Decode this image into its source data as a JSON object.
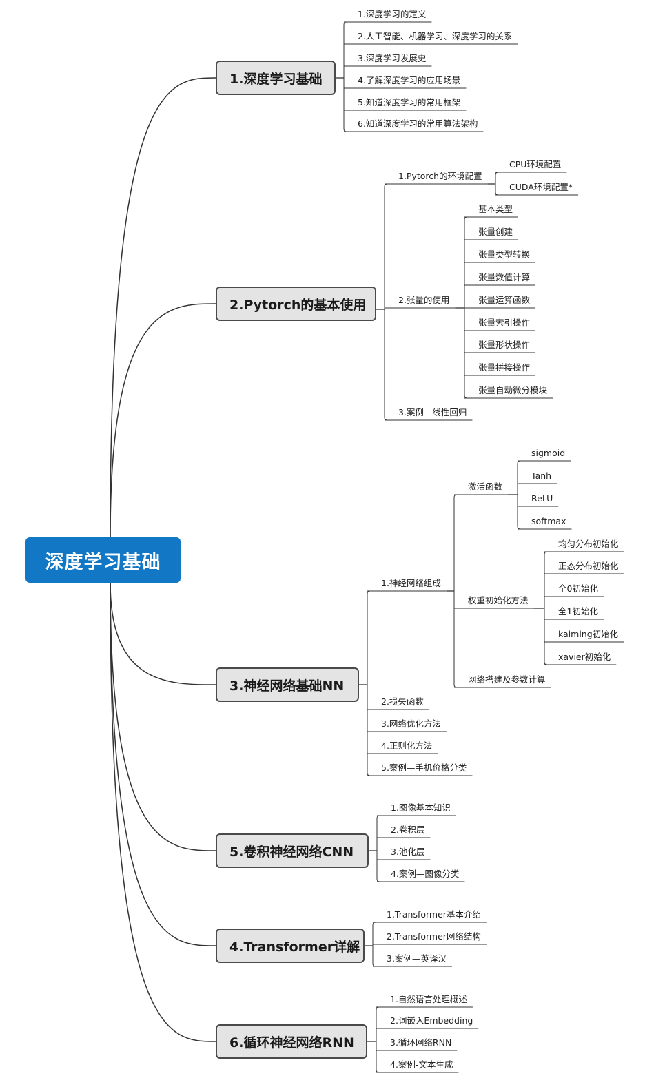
{
  "root": {
    "label": "深度学习基础"
  },
  "branches": [
    {
      "label": "1.深度学习基础",
      "children": [
        {
          "label": "1.深度学习的定义"
        },
        {
          "label": "2.人工智能、机器学习、深度学习的关系"
        },
        {
          "label": "3.深度学习发展史"
        },
        {
          "label": "4.了解深度学习的应用场景"
        },
        {
          "label": "5.知道深度学习的常用框架"
        },
        {
          "label": "6.知道深度学习的常用算法架构"
        }
      ]
    },
    {
      "label": "2.Pytorch的基本使用",
      "children": [
        {
          "label": "1.Pytorch的环境配置",
          "children": [
            {
              "label": "CPU环境配置"
            },
            {
              "label": "CUDA环境配置*"
            }
          ]
        },
        {
          "label": "2.张量的使用",
          "children": [
            {
              "label": "基本类型"
            },
            {
              "label": "张量创建"
            },
            {
              "label": "张量类型转换"
            },
            {
              "label": "张量数值计算"
            },
            {
              "label": "张量运算函数"
            },
            {
              "label": "张量索引操作"
            },
            {
              "label": "张量形状操作"
            },
            {
              "label": "张量拼接操作"
            },
            {
              "label": "张量自动微分模块"
            }
          ]
        },
        {
          "label": "3.案例—线性回归"
        }
      ]
    },
    {
      "label": "3.神经网络基础NN",
      "children": [
        {
          "label": "1.神经网络组成",
          "children": [
            {
              "label": "激活函数",
              "children": [
                {
                  "label": "sigmoid"
                },
                {
                  "label": "Tanh"
                },
                {
                  "label": "ReLU"
                },
                {
                  "label": "softmax"
                }
              ]
            },
            {
              "label": "权重初始化方法",
              "children": [
                {
                  "label": "均匀分布初始化"
                },
                {
                  "label": "正态分布初始化"
                },
                {
                  "label": "全0初始化"
                },
                {
                  "label": "全1初始化"
                },
                {
                  "label": "kaiming初始化"
                },
                {
                  "label": "xavier初始化"
                }
              ]
            },
            {
              "label": "网络搭建及参数计算"
            }
          ]
        },
        {
          "label": "2.损失函数"
        },
        {
          "label": "3.网络优化方法"
        },
        {
          "label": "4.正则化方法"
        },
        {
          "label": "5.案例—手机价格分类"
        }
      ]
    },
    {
      "label": "5.卷积神经网络CNN",
      "children": [
        {
          "label": "1.图像基本知识"
        },
        {
          "label": "2.卷积层"
        },
        {
          "label": "3.池化层"
        },
        {
          "label": "4.案例—图像分类"
        }
      ]
    },
    {
      "label": "4.Transformer详解",
      "children": [
        {
          "label": "1.Transformer基本介绍"
        },
        {
          "label": "2.Transformer网络结构"
        },
        {
          "label": "3.案例—英译汉"
        }
      ]
    },
    {
      "label": "6.循环神经网络RNN",
      "children": [
        {
          "label": "1.自然语言处理概述"
        },
        {
          "label": "2.词嵌入Embedding"
        },
        {
          "label": "3.循环网络RNN"
        },
        {
          "label": "4.案例-文本生成"
        }
      ]
    }
  ]
}
